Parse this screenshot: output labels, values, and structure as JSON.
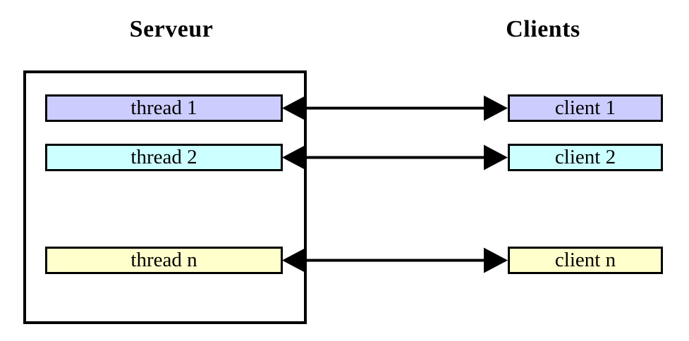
{
  "diagram": {
    "server": {
      "title": "Serveur",
      "threads": [
        {
          "label": "thread 1",
          "color": "#ccccff"
        },
        {
          "label": "thread 2",
          "color": "#ccffff"
        },
        {
          "label": "thread n",
          "color": "#ffffcc"
        }
      ]
    },
    "clients": {
      "title": "Clients",
      "items": [
        {
          "label": "client 1",
          "color": "#ccccff"
        },
        {
          "label": "client 2",
          "color": "#ccffff"
        },
        {
          "label": "client n",
          "color": "#ffffcc"
        }
      ]
    },
    "colors": {
      "line": "#000000",
      "background": "#ffffff",
      "box_border": "#000000"
    }
  }
}
